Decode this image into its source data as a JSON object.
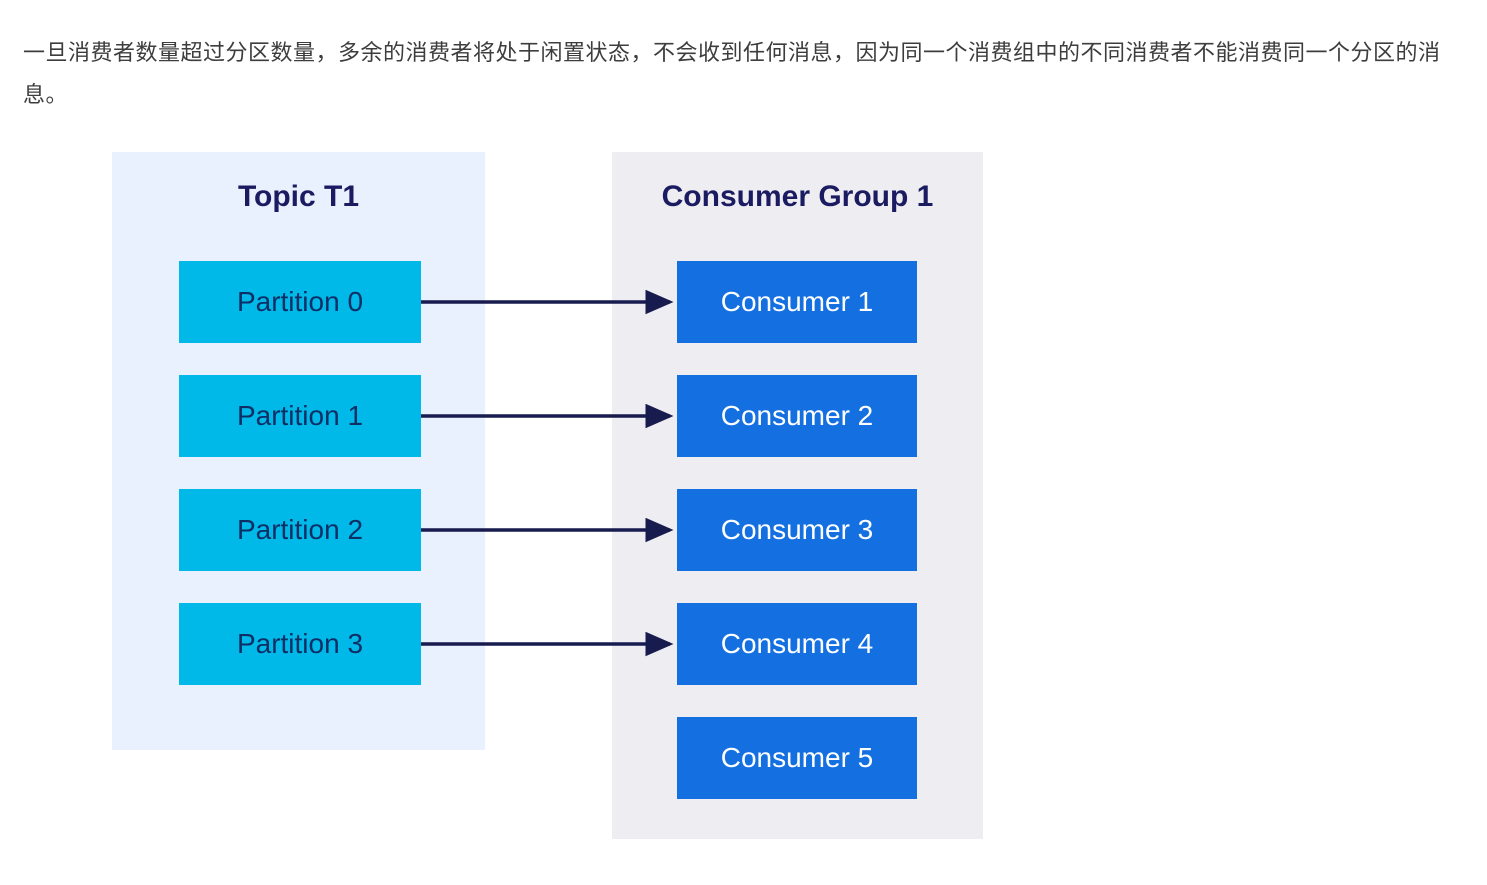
{
  "intro": {
    "text": "一旦消费者数量超过分区数量，多余的消费者将处于闲置状态，不会收到任何消息，因为同一个消费组中的不同消费者不能消费同一个分区的消息。"
  },
  "colors": {
    "partition_fill": "#00b9e8",
    "consumer_fill": "#1470e1",
    "topic_panel_bg": "#e8f1fd",
    "consumer_panel_bg": "#eeedf2",
    "heading_text": "#1b1b62",
    "partition_text": "#0d2f66",
    "consumer_text": "#ffffff",
    "arrow": "#171b4e",
    "intro_text": "#3d3d3d"
  },
  "diagram": {
    "topic_panel": {
      "title": "Topic T1",
      "partitions": [
        {
          "label": "Partition 0"
        },
        {
          "label": "Partition 1"
        },
        {
          "label": "Partition 2"
        },
        {
          "label": "Partition 3"
        }
      ]
    },
    "consumer_panel": {
      "title": "Consumer Group 1",
      "consumers": [
        {
          "label": "Consumer 1"
        },
        {
          "label": "Consumer 2"
        },
        {
          "label": "Consumer 3"
        },
        {
          "label": "Consumer 4"
        },
        {
          "label": "Consumer 5"
        }
      ]
    },
    "connections": [
      {
        "from": "Partition 0",
        "to": "Consumer 1"
      },
      {
        "from": "Partition 1",
        "to": "Consumer 2"
      },
      {
        "from": "Partition 2",
        "to": "Consumer 3"
      },
      {
        "from": "Partition 3",
        "to": "Consumer 4"
      }
    ]
  }
}
